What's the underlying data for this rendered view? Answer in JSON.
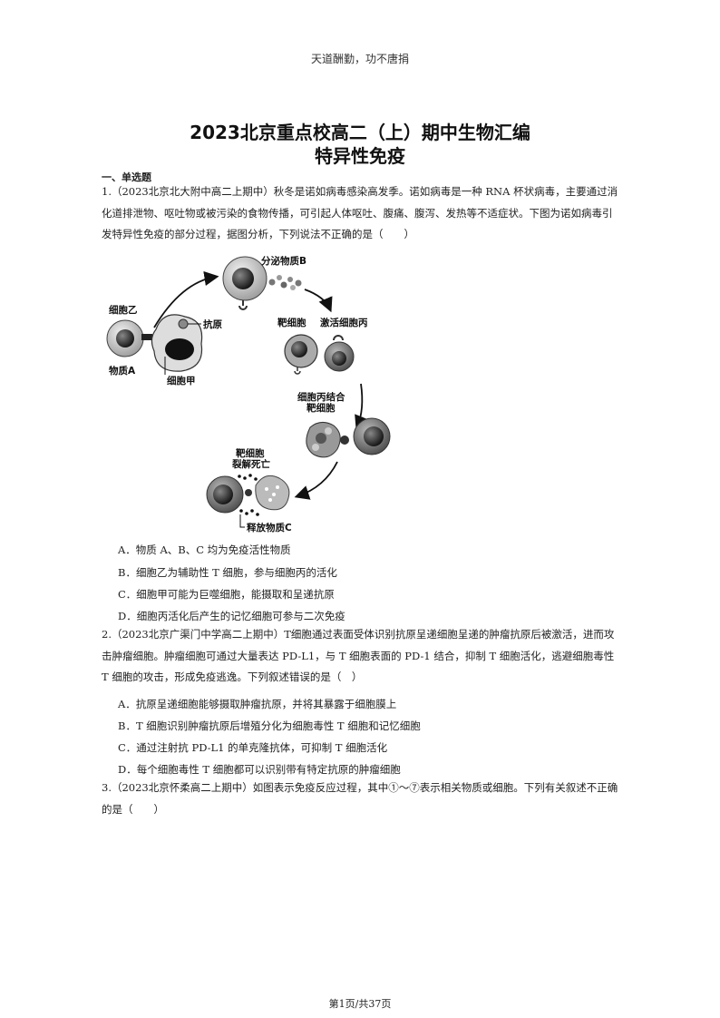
{
  "header": "天道酬勤，功不唐捐",
  "title": {
    "line1": "2023北京重点校高二（上）期中生物汇编",
    "line2": "特异性免疫"
  },
  "section": "一、单选题",
  "q1": {
    "text": "1.（2023北京北大附中高二上期中）秋冬是诺如病毒感染高发季。诺如病毒是一种 RNA 杯状病毒，主要通过消化道排泄物、呕吐物或被污染的食物传播，可引起人体呕吐、腹痛、腹泻、发热等不适症状。下图为诺如病毒引发特异性免疫的部分过程，据图分析，下列说法不正确的是（　　）",
    "figure": {
      "cell_yi": "细胞乙",
      "antigen": "抗原",
      "substance_a": "物质A",
      "cell_jia": "细胞甲",
      "secrete_b": "分泌物质B",
      "target_cell": "靶细胞",
      "activate_bing": "激活细胞丙",
      "bind_line1": "细胞丙结合",
      "bind_line2": "靶细胞",
      "lysis_line1": "靶细胞",
      "lysis_line2": "裂解死亡",
      "release_c": "释放物质C"
    },
    "options": [
      "A．物质 A、B、C 均为免疫活性物质",
      "B．细胞乙为辅助性 T 细胞，参与细胞丙的活化",
      "C．细胞甲可能为巨噬细胞，能摄取和呈递抗原",
      "D．细胞丙活化后产生的记忆细胞可参与二次免疫"
    ]
  },
  "q2": {
    "text": "2.（2023北京广渠门中学高二上期中）T细胞通过表面受体识别抗原呈递细胞呈递的肿瘤抗原后被激活，进而攻击肿瘤细胞。肿瘤细胞可通过大量表达 PD-L1，与 T 细胞表面的 PD-1 结合，抑制 T 细胞活化，逃避细胞毒性 T 细胞的攻击，形成免疫逃逸。下列叙述错误的是（　）",
    "options": [
      "A．抗原呈递细胞能够摄取肿瘤抗原，并将其暴露于细胞膜上",
      "B．T 细胞识别肿瘤抗原后增殖分化为细胞毒性 T 细胞和记忆细胞",
      "C．通过注射抗 PD-L1 的单克隆抗体，可抑制 T 细胞活化",
      "D．每个细胞毒性 T 细胞都可以识别带有特定抗原的肿瘤细胞"
    ]
  },
  "q3": {
    "text": "3.（2023北京怀柔高二上期中）如图表示免疫反应过程，其中①～⑦表示相关物质或细胞。下列有关叙述不正确的是（　　）"
  },
  "footer": "第1页/共37页"
}
